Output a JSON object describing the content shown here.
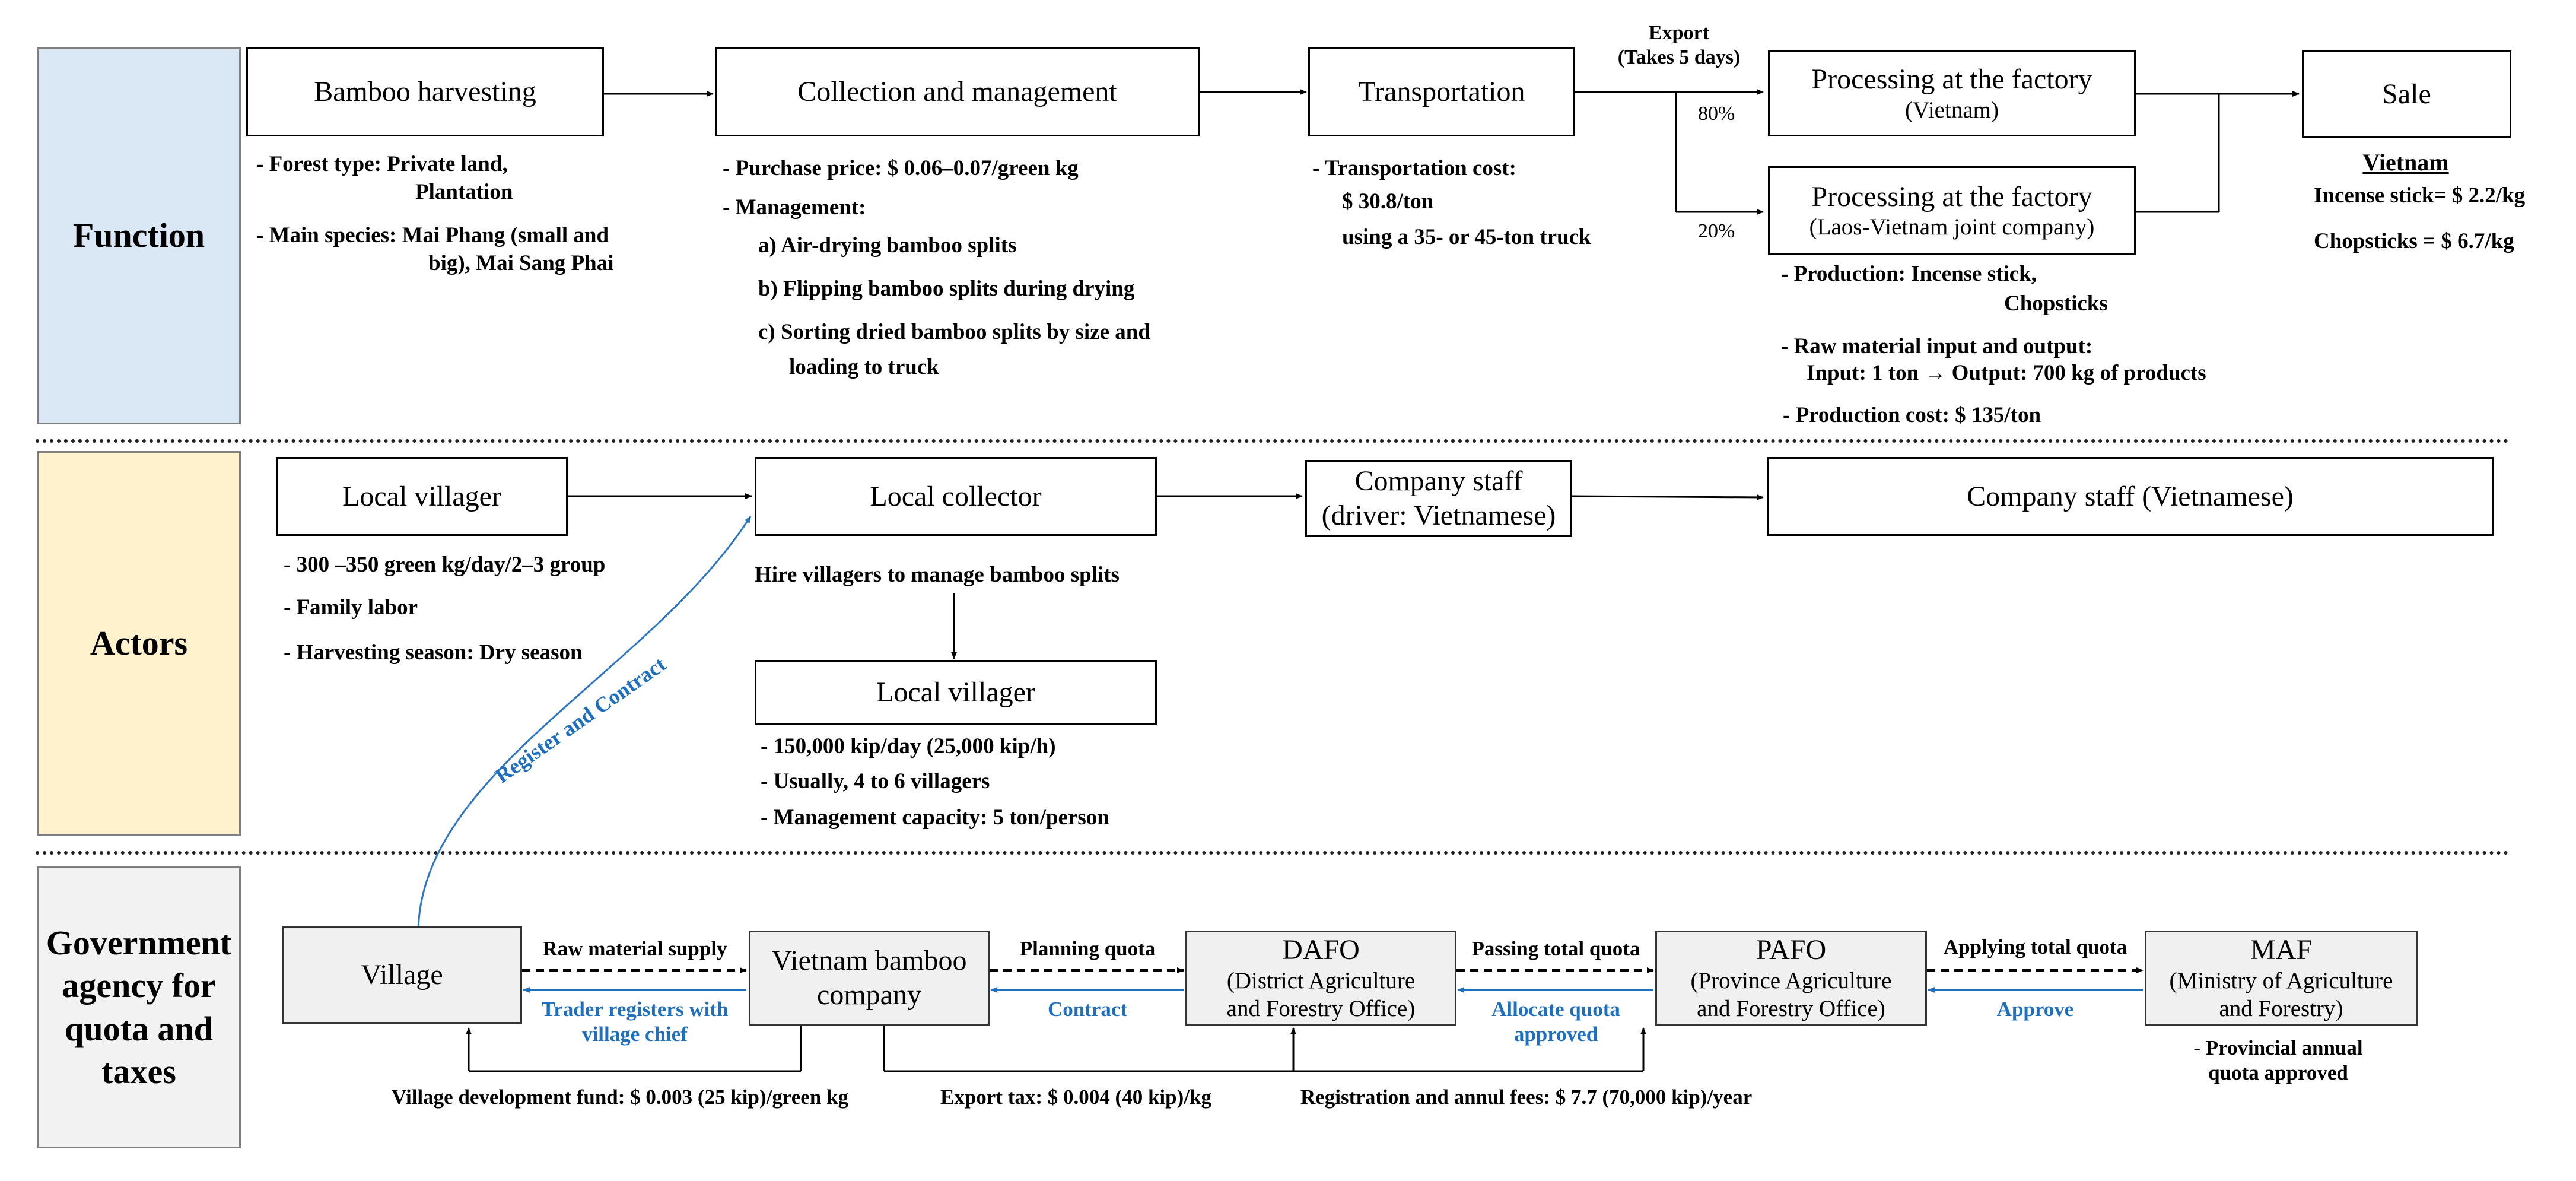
{
  "lanes": {
    "function": "Function",
    "actors": "Actors",
    "government": [
      "Government",
      "agency for",
      "quota and",
      "taxes"
    ]
  },
  "function_row": {
    "bamboo_harvesting": "Bamboo harvesting",
    "collection_management": "Collection and management",
    "transportation": "Transportation",
    "processing_vietnam": "Processing at the factory",
    "processing_vietnam_sub": "(Vietnam)",
    "processing_joint": "Processing at the factory",
    "processing_joint_sub": "(Laos-Vietnam joint company)",
    "sale": "Sale",
    "export_label": "Export",
    "export_days": "(Takes 5 days)",
    "pct_80": "80%",
    "pct_20": "20%",
    "harvest_notes": {
      "forest_type": "-   Forest type: Private land,",
      "forest_type_2": "Plantation",
      "species": "-   Main species: Mai Phang (small and",
      "species_2": "big), Mai Sang Phai"
    },
    "collection_notes": {
      "purchase": "-   Purchase price:  $ 0.06–0.07/green kg",
      "management": "-   Management:",
      "a": "a) Air-drying bamboo splits",
      "b": "b) Flipping bamboo splits during drying",
      "c": "c)  Sorting dried bamboo splits by size and",
      "c2": "loading to truck"
    },
    "transport_notes": {
      "cost": "-   Transportation cost:",
      "value": "$ 30.8/ton",
      "truck": "using a 35- or 45-ton truck"
    },
    "processing_notes": {
      "production": "-   Production: Incense stick,",
      "production_2": "Chopsticks",
      "raw": "-  Raw material input and output:",
      "io": "Input: 1 ton  → Output: 700 kg of products",
      "cost": "-  Production cost: $ 135/ton"
    },
    "sale_notes": {
      "country": "Vietnam",
      "incense": "Incense stick= $ 2.2/kg",
      "chopsticks": "Chopsticks = $ 6.7/kg"
    }
  },
  "actors_row": {
    "local_villager": "Local villager",
    "local_collector": "Local collector",
    "company_staff": "Company staff",
    "company_staff_sub": "(driver: Vietnamese)",
    "company_staff_vn": "Company staff (Vietnamese)",
    "local_villager_2": "Local villager",
    "villager_notes": {
      "rate": "-   300 –350 green kg/day/2–3 group",
      "labor": "-   Family labor",
      "season": "-   Harvesting season: Dry season"
    },
    "hire": "Hire villagers to manage bamboo splits",
    "villager2_notes": {
      "wage": "-   150,000 kip/day (25,000 kip/h)",
      "count": "-   Usually, 4 to 6 villagers",
      "capacity": "-   Management capacity:  5 ton/person"
    },
    "register_contract": "Register and Contract"
  },
  "gov_row": {
    "village": "Village",
    "vn_bamboo": "Vietnam bamboo",
    "vn_bamboo_2": "company",
    "dafo": "DAFO",
    "dafo_sub": "(District Agriculture",
    "dafo_sub_2": "and Forestry Office)",
    "pafo": "PAFO",
    "pafo_sub": "(Province Agriculture",
    "pafo_sub_2": "and Forestry Office)",
    "maf": "MAF",
    "maf_sub": "(Ministry of Agriculture",
    "maf_sub_2": "and Forestry)",
    "raw_supply": "Raw material supply",
    "trader_reg": "Trader registers with",
    "trader_reg_2": "village chief",
    "planning_quota": "Planning quota",
    "contract": "Contract",
    "passing_quota": "Passing total quota",
    "allocate": "Allocate quota",
    "allocate_2": "approved",
    "applying_quota": "Applying  total quota",
    "approve": "Approve",
    "maf_note": "- Provincial annual",
    "maf_note_2": "quota approved",
    "fund": "Village  development fund: $ 0.003 (25 kip)/green kg",
    "export_tax": "Export tax:  $ 0.004 (40 kip)/kg",
    "fees": "Registration and annul fees: $ 7.7 (70,000 kip)/year"
  },
  "colors": {
    "function_lane": "#dae8f6",
    "actors_lane": "#fff2cc",
    "government_lane": "#f2f2f2",
    "blue_text": "#1f6fbf"
  }
}
